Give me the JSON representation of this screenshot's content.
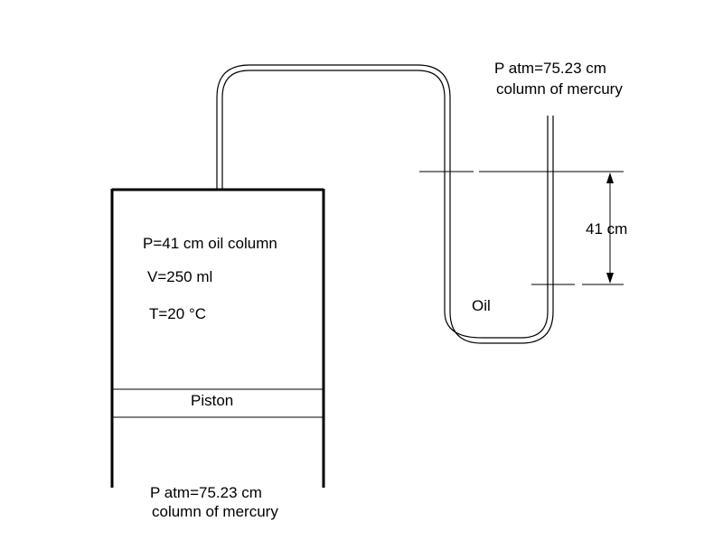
{
  "labels": {
    "cylinder_pressure": "P=41 cm oil column",
    "cylinder_volume": "V=250 ml",
    "cylinder_temperature": "T=20 °C",
    "piston": "Piston",
    "atm_bottom_line1": "P atm=75.23 cm",
    "atm_bottom_line2": "column of mercury",
    "atm_top_line1": "P atm=75.23 cm",
    "atm_top_line2": "column of mercury",
    "fluid": "Oil",
    "height_difference": "41 cm"
  }
}
